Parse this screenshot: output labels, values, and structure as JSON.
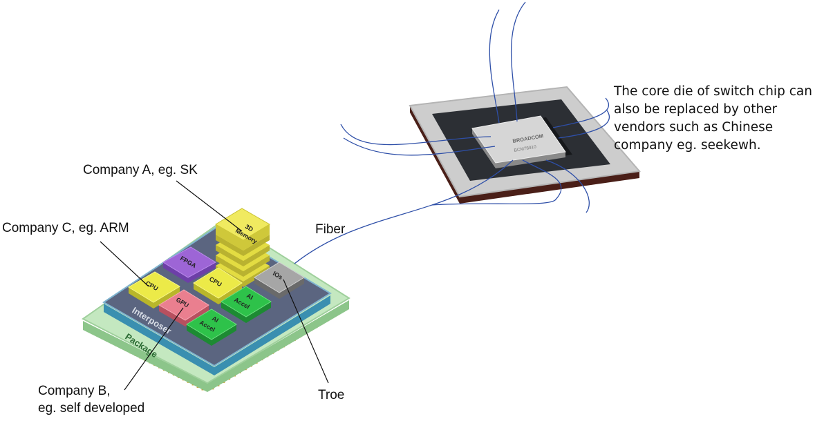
{
  "labels": {
    "company_a": "Company A, eg. SK",
    "company_c": "Company C, eg. ARM",
    "company_b_line1": "Company B,",
    "company_b_line2": "eg. self developed",
    "fiber": "Fiber",
    "troe": "Troe"
  },
  "note_lines": [
    "The core die of switch chip can",
    "also be replaced by other",
    "vendors such as Chinese",
    "company eg. seekewh."
  ],
  "package": {
    "package_label": "Package",
    "interposer_label": "Interposer",
    "memory_line1": "3D",
    "memory_line2": "Memory",
    "fpga": "FPGA",
    "cpu_left": "CPU",
    "cpu_right": "CPU",
    "gpu": "GPU",
    "ai_upper_line1": "AI",
    "ai_upper_line2": "Accel",
    "ai_lower_line1": "AI",
    "ai_lower_line2": "Accel",
    "ios": "IOs"
  },
  "switch_chip": {
    "brand": "BROADCOM",
    "part": "BCM78910"
  },
  "colors": {
    "fiber": "#2e4fa8",
    "package": "#c4e8c0",
    "interposer": "#56607a",
    "memory": "#e3dc42",
    "fpga": "#9d65d6",
    "cpu": "#ecea48",
    "gpu": "#ea7f8f",
    "ai": "#2ec24a",
    "ios": "#a6a6a6"
  }
}
